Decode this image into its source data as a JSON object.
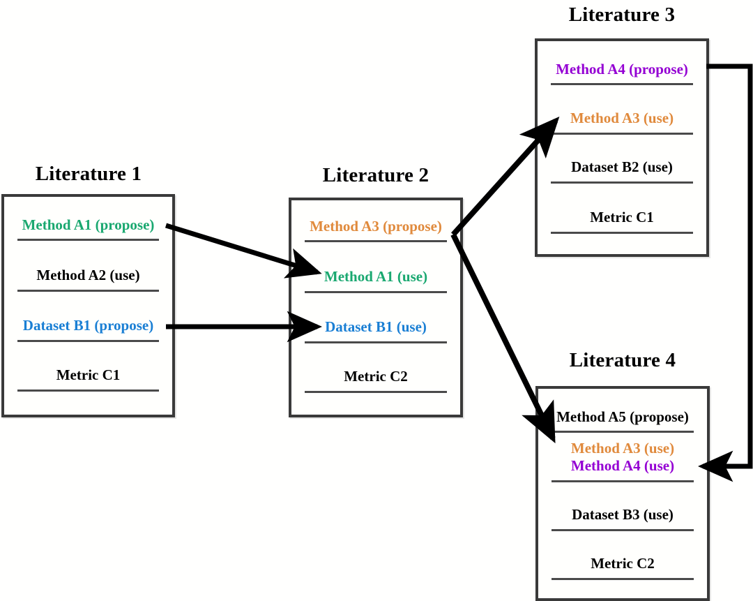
{
  "diagram": {
    "title_prefix": "Literature",
    "colors": {
      "green": "#1aa870",
      "blue": "#1a7fd4",
      "orange": "#e08a3c",
      "purple": "#9400d3",
      "black": "#000000",
      "box_border": "#3a3a3a",
      "rule": "#4a4a4a",
      "arrow": "#000000",
      "background": "#ffffff"
    },
    "literatures": [
      {
        "id": "literature-1",
        "title": "Literature 1",
        "entries": [
          {
            "label": "Method A1 (propose)",
            "color": "green"
          },
          {
            "label": "Method A2 (use)",
            "color": "black"
          },
          {
            "label": "Dataset B1 (propose)",
            "color": "blue"
          },
          {
            "label": "Metric C1",
            "color": "black"
          }
        ]
      },
      {
        "id": "literature-2",
        "title": "Literature 2",
        "entries": [
          {
            "label": "Method A3 (propose)",
            "color": "orange"
          },
          {
            "label": "Method A1 (use)",
            "color": "green"
          },
          {
            "label": "Dataset B1 (use)",
            "color": "blue"
          },
          {
            "label": "Metric C2",
            "color": "black"
          }
        ]
      },
      {
        "id": "literature-3",
        "title": "Literature 3",
        "entries": [
          {
            "label": "Method A4 (propose)",
            "color": "purple"
          },
          {
            "label": "Method A3 (use)",
            "color": "orange"
          },
          {
            "label": "Dataset B2 (use)",
            "color": "black"
          },
          {
            "label": "Metric C1",
            "color": "black"
          }
        ]
      },
      {
        "id": "literature-4",
        "title": "Literature 4",
        "entries": [
          {
            "label": "Method A5 (propose)",
            "color": "black"
          },
          {
            "label": "Method A3 (use)",
            "color": "orange"
          },
          {
            "label": "Method A4 (use)",
            "color": "purple"
          },
          {
            "label": "Dataset B3 (use)",
            "color": "black"
          },
          {
            "label": "Metric C2",
            "color": "black"
          }
        ]
      }
    ],
    "connections": [
      {
        "name": "arrow-lit1-methodA1-to-lit2-methodA1",
        "from": "Method A1 (propose)",
        "to": "Method A1 (use)"
      },
      {
        "name": "arrow-lit1-datasetB1-to-lit2-datasetB1",
        "from": "Dataset B1 (propose)",
        "to": "Dataset B1 (use)"
      },
      {
        "name": "arrow-lit2-methodA3-to-lit3-methodA3",
        "from": "Method A3 (propose)",
        "to": "Method A3 (use)"
      },
      {
        "name": "arrow-lit2-methodA3-to-lit4-methodA3",
        "from": "Method A3 (propose)",
        "to": "Method A3 (use)"
      },
      {
        "name": "arrow-lit3-methodA4-to-lit4-methodA4",
        "from": "Method A4 (propose)",
        "to": "Method A4 (use)"
      }
    ]
  }
}
